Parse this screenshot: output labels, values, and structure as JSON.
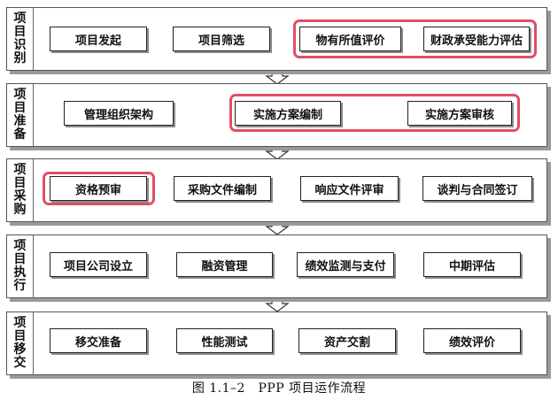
{
  "phases": [
    {
      "label": [
        "项",
        "目",
        "识",
        "别"
      ],
      "steps": [
        "项目发起",
        "项目筛选",
        "物有所值评价",
        "财政承受能力评估"
      ]
    },
    {
      "label": [
        "项",
        "目",
        "准",
        "备"
      ],
      "steps": [
        "管理组织架构",
        "实施方案编制",
        "实施方案审核"
      ]
    },
    {
      "label": [
        "项",
        "目",
        "采",
        "购"
      ],
      "steps": [
        "资格预审",
        "采购文件编制",
        "响应文件评审",
        "谈判与合同签订"
      ]
    },
    {
      "label": [
        "项",
        "目",
        "执",
        "行"
      ],
      "steps": [
        "项目公司设立",
        "融资管理",
        "绩效监测与支付",
        "中期评估"
      ]
    },
    {
      "label": [
        "项",
        "目",
        "移",
        "交"
      ],
      "steps": [
        "移交准备",
        "性能测试",
        "资产交割",
        "绩效评价"
      ]
    }
  ],
  "caption": "图 1.1–2　PPP 项目运作流程",
  "colors": {
    "highlight": "#e04f64",
    "border": "#222222",
    "shadow": "#9a9a9a"
  }
}
